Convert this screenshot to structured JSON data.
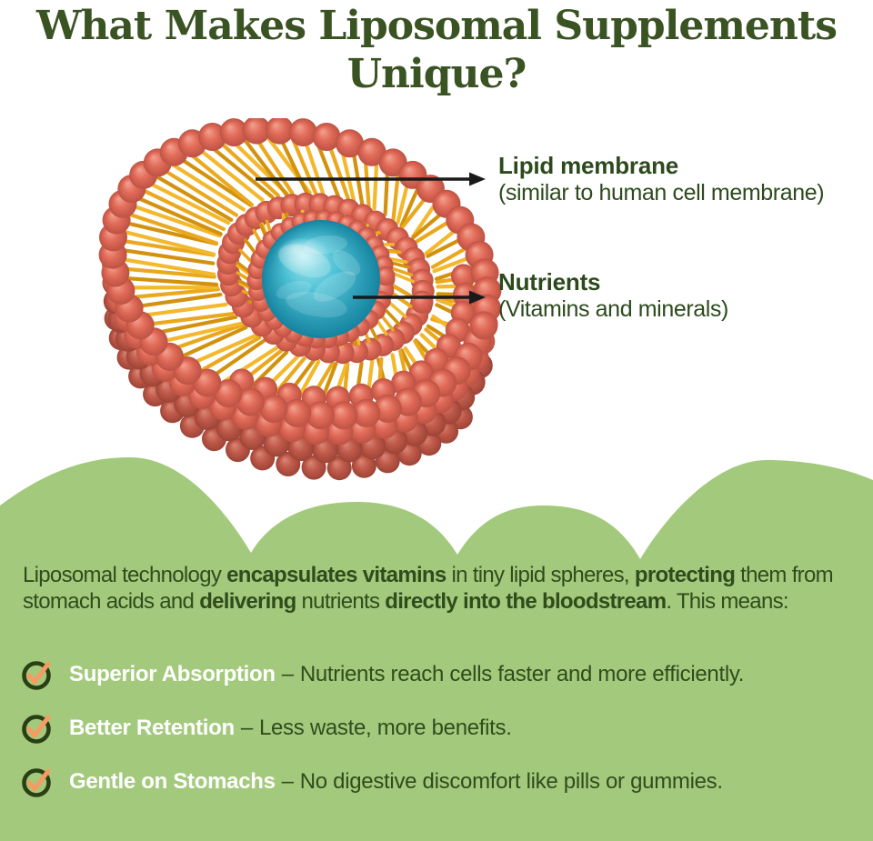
{
  "title": "What Makes Liposomal Supplements Unique?",
  "diagram": {
    "callouts": [
      {
        "heading": "Lipid membrane",
        "sub": "(similar to human cell membrane)"
      },
      {
        "heading": "Nutrients",
        "sub": "(Vitamins and minerals)"
      }
    ]
  },
  "intro": {
    "segments": [
      {
        "text": "Liposomal technology ",
        "bold": false
      },
      {
        "text": "encapsulates vitamins",
        "bold": true
      },
      {
        "text": " in tiny lipid spheres, ",
        "bold": false
      },
      {
        "text": "protecting",
        "bold": true
      },
      {
        "text": " them from stomach acids and ",
        "bold": false
      },
      {
        "text": "delivering",
        "bold": true
      },
      {
        "text": " nutrients ",
        "bold": false
      },
      {
        "text": "directly into the bloodstream",
        "bold": true
      },
      {
        "text": ". This means:",
        "bold": false
      }
    ]
  },
  "benefits": [
    {
      "heading": "Superior Absorption",
      "dash": "–",
      "text": "Nutrients reach cells faster and more efficiently."
    },
    {
      "heading": "Better Retention",
      "dash": "–",
      "text": "Less waste, more benefits."
    },
    {
      "heading": "Gentle on Stomachs",
      "dash": "–",
      "text": "No digestive discomfort like pills or gummies."
    }
  ],
  "colors": {
    "titleGreen": "#3a5323",
    "labelGreen": "#2d4a1d",
    "bodyGreen": "#2f4c1d",
    "sectionGreen": "#a3ca7c",
    "benefitWhite": "#ffffff",
    "checkCircle": "#2b3f15",
    "checkOrange": "#f79a63",
    "arrowBlack": "#1a1a1a",
    "ballLight": "#f2a391",
    "ballMid": "#e26b59",
    "ballDark": "#bc5243",
    "ballShadeLight": "#d98878",
    "ballShadeMid": "#c05a4a",
    "ballShadeDark": "#9c4437",
    "tailLight": "#f3b82c",
    "tailMid": "#eaa81e",
    "tailDark": "#d3920e",
    "coreLight": "#a5eaf0",
    "coreMid": "#4cc0d4",
    "coreDark": "#1583a0"
  }
}
